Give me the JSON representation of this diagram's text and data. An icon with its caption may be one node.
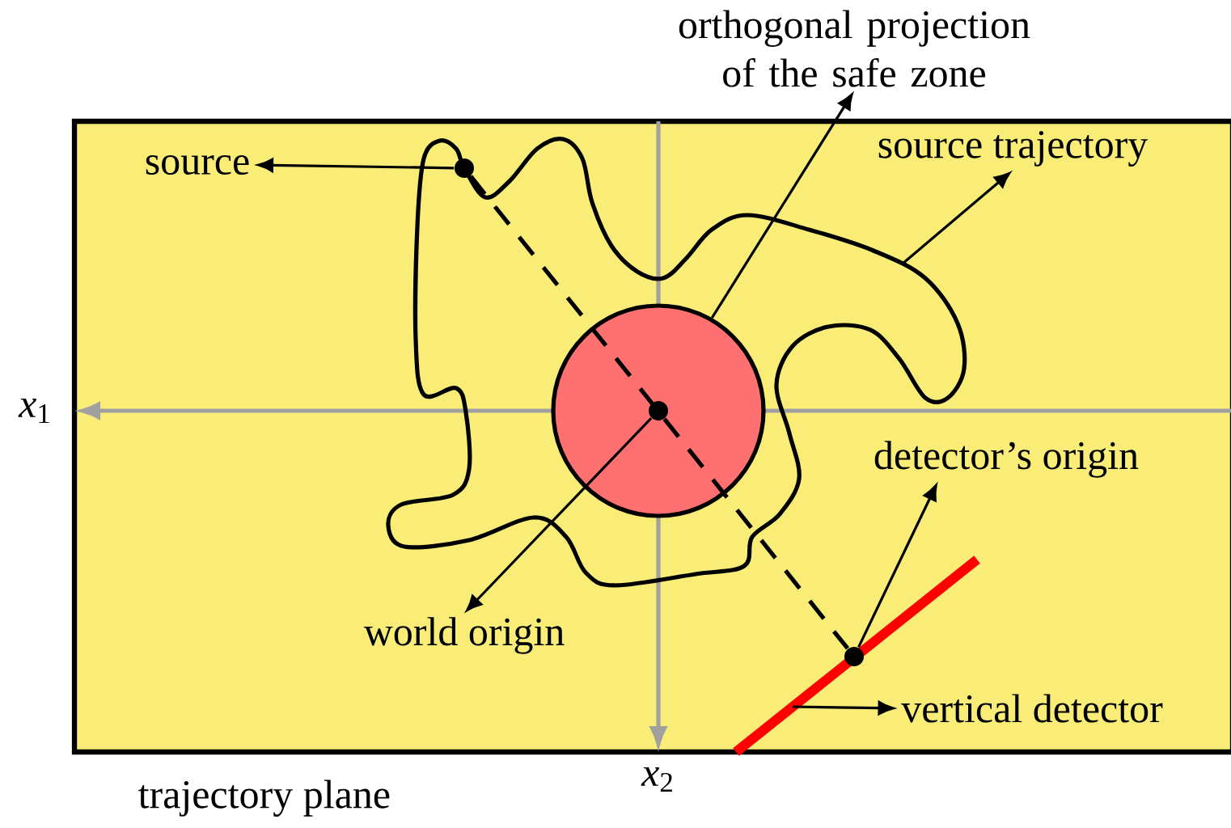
{
  "diagram": {
    "nodes": [
      {
        "text": [
          "trajectory plane"
        ]
      },
      {
        "text": [],
        "shape": "circle",
        "in": 0
      },
      {
        "text": [
          "source"
        ],
        "in": 0
      },
      {
        "text": [],
        "shape": "circle",
        "in": 0
      },
      {
        "text": [
          "orthogonal projection of the safe zone"
        ]
      },
      {
        "text": [
          "source trajectory"
        ],
        "in": 0
      },
      {
        "text": [],
        "shape": "circle",
        "in": 1
      },
      {
        "text": [
          "world origin"
        ],
        "in": 0
      },
      {
        "text": [],
        "shape": "circle",
        "in": 0
      },
      {
        "text": [
          "detector’s origin"
        ],
        "in": 0
      },
      {
        "text": [
          "vertical detector"
        ],
        "in": 0
      }
    ],
    "edges": [
      {
        "from": 3,
        "to": 2,
        "arrow": "to"
      },
      {
        "from": 3,
        "to": 8,
        "arrow": "none",
        "style": "dashed"
      },
      {
        "from": 1,
        "to": 4,
        "arrow": "to"
      },
      {
        "from": null,
        "to": 5,
        "arrow": "to"
      },
      {
        "from": 6,
        "to": 7,
        "arrow": "to"
      },
      {
        "from": 8,
        "to": 9,
        "arrow": "to"
      },
      {
        "from": null,
        "to": 10,
        "arrow": "to"
      }
    ],
    "labels": [
      "*x*$_{1}$",
      "*x*$_{2}$"
    ]
  }
}
